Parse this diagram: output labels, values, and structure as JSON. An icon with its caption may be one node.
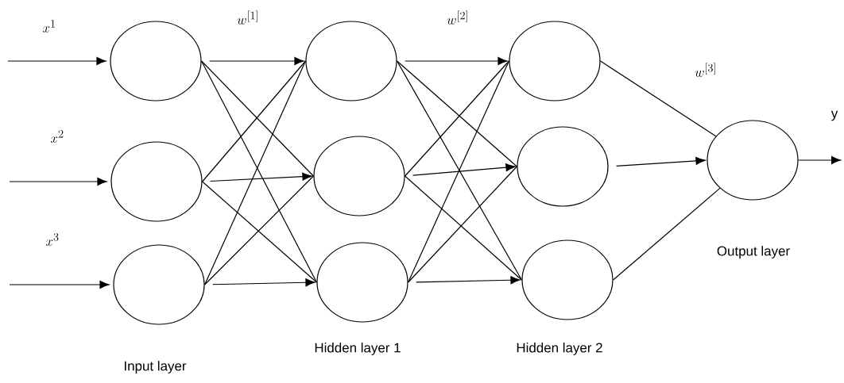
{
  "diagram": {
    "nodes": [
      {
        "text": [],
        "shape": "circle"
      },
      {
        "text": [],
        "shape": "circle"
      },
      {
        "text": [],
        "shape": "circle"
      },
      {
        "text": [],
        "shape": "circle"
      },
      {
        "text": [],
        "shape": "circle"
      },
      {
        "text": [],
        "shape": "circle"
      },
      {
        "text": [],
        "shape": "circle"
      },
      {
        "text": [],
        "shape": "circle"
      },
      {
        "text": [],
        "shape": "circle"
      },
      {
        "text": [],
        "shape": "circle"
      }
    ],
    "edges": [
      {
        "from": null,
        "to": 0,
        "arrow": "to"
      },
      {
        "from": null,
        "to": 1,
        "arrow": "to"
      },
      {
        "from": null,
        "to": 2,
        "arrow": "to"
      },
      {
        "from": 0,
        "to": 3,
        "arrow": "to"
      },
      {
        "from": 0,
        "to": 4,
        "arrow": "none"
      },
      {
        "from": 0,
        "to": 5,
        "arrow": "none"
      },
      {
        "from": 1,
        "to": 3,
        "arrow": "none"
      },
      {
        "from": 1,
        "to": 4,
        "arrow": "to"
      },
      {
        "from": 1,
        "to": 5,
        "arrow": "none"
      },
      {
        "from": 2,
        "to": 3,
        "arrow": "none"
      },
      {
        "from": 2,
        "to": 4,
        "arrow": "none"
      },
      {
        "from": 2,
        "to": 5,
        "arrow": "to"
      },
      {
        "from": 3,
        "to": 6,
        "arrow": "to"
      },
      {
        "from": 3,
        "to": 7,
        "arrow": "none"
      },
      {
        "from": 3,
        "to": 8,
        "arrow": "none"
      },
      {
        "from": 4,
        "to": 6,
        "arrow": "none"
      },
      {
        "from": 4,
        "to": 7,
        "arrow": "to"
      },
      {
        "from": 4,
        "to": 8,
        "arrow": "none"
      },
      {
        "from": 5,
        "to": 6,
        "arrow": "none"
      },
      {
        "from": 5,
        "to": 7,
        "arrow": "none"
      },
      {
        "from": 5,
        "to": 8,
        "arrow": "to"
      },
      {
        "from": 6,
        "to": 9,
        "arrow": "none"
      },
      {
        "from": 7,
        "to": 9,
        "arrow": "to"
      },
      {
        "from": 8,
        "to": 9,
        "arrow": "none"
      },
      {
        "from": 9,
        "to": null,
        "arrow": "to"
      }
    ],
    "labels": [
      "x^{1}",
      "w^{[1]}",
      "w^{[2]}",
      "w^{[3]}",
      "x^{2}",
      "y",
      "x^{3}",
      "Output layer",
      "Hidden layer 1",
      "Hidden layer 2",
      "Input layer"
    ]
  }
}
